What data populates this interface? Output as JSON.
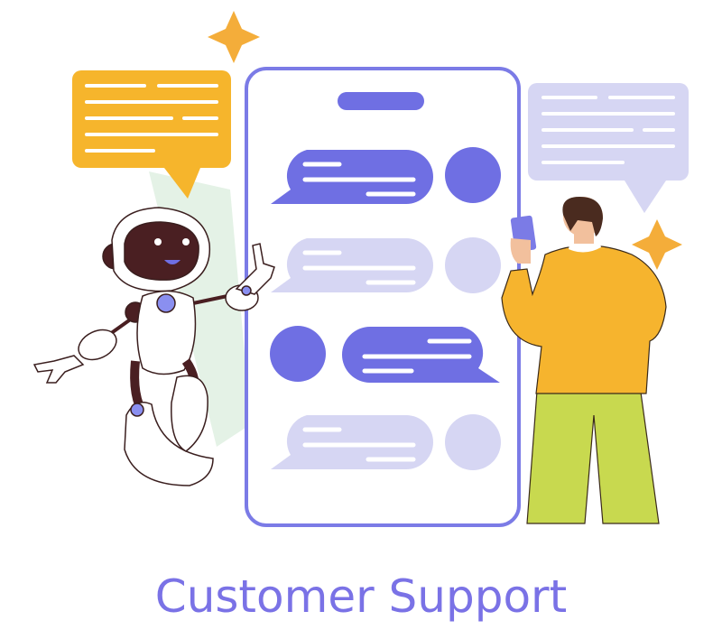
{
  "caption": "Customer Support",
  "colors": {
    "accent": "#6f6fe3",
    "accent_light": "#d6d6f3",
    "accent_outline": "#7b7be6",
    "robot_bubble": "#f6b52c",
    "sparkle": "#f4ad3a",
    "sweater": "#f6b42e",
    "pants": "#c8d94f",
    "skin": "#f2c09d",
    "hair": "#4a2b1f",
    "robot_dark": "#4a1f22",
    "outline": "#3a1e1e"
  },
  "icons": [
    "robot-illustration",
    "smartphone-illustration",
    "person-illustration",
    "speech-bubble-icon",
    "sparkle-icon",
    "chat-avatar-icon"
  ]
}
